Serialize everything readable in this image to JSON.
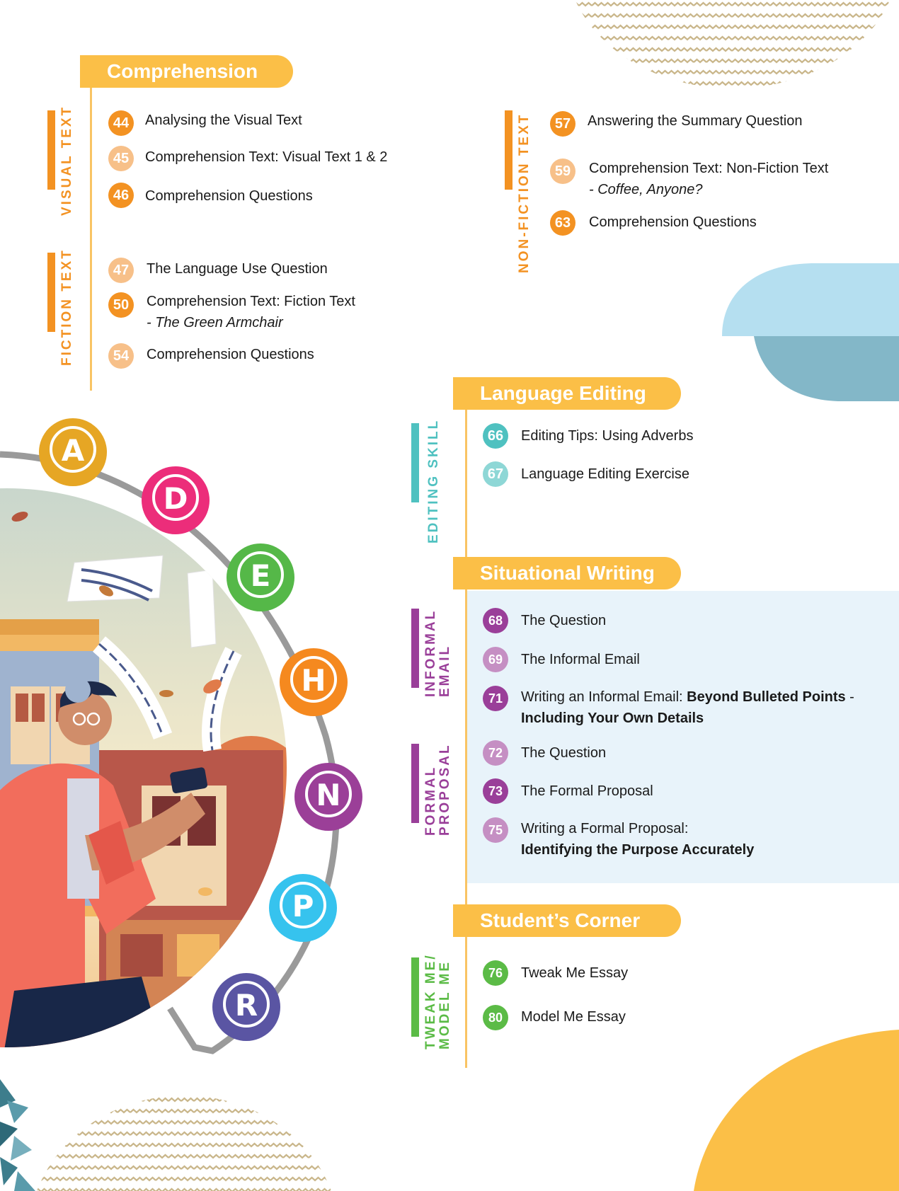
{
  "comprehension": {
    "title": "Comprehension",
    "visual_text": {
      "label": "VISUAL TEXT",
      "items": [
        {
          "num": "44",
          "text": "Analysing the Visual Text"
        },
        {
          "num": "45",
          "text": "Comprehension Text: Visual Text 1 & 2"
        },
        {
          "num": "46",
          "text": "Comprehension Questions"
        }
      ]
    },
    "fiction_text": {
      "label": "FICTION TEXT",
      "items": [
        {
          "num": "47",
          "text": "The Language Use Question"
        },
        {
          "num": "50",
          "text": "Comprehension Text: Fiction Text",
          "sub": "- The Green Armchair"
        },
        {
          "num": "54",
          "text": "Comprehension Questions"
        }
      ]
    },
    "non_fiction_text": {
      "label": "NON-FICTION TEXT",
      "items": [
        {
          "num": "57",
          "text": "Answering the Summary Question"
        },
        {
          "num": "59",
          "text": "Comprehension Text: Non-Fiction Text",
          "sub": "- Coffee, Anyone?"
        },
        {
          "num": "63",
          "text": "Comprehension Questions"
        }
      ]
    }
  },
  "language_editing": {
    "title": "Language Editing",
    "editing_skill": {
      "label": "EDITING SKILL",
      "items": [
        {
          "num": "66",
          "text": "Editing Tips: Using Adverbs"
        },
        {
          "num": "67",
          "text": "Language Editing Exercise"
        }
      ]
    }
  },
  "situational_writing": {
    "title": "Situational Writing",
    "informal_email": {
      "label": "INFORMAL\nEMAIL",
      "items": [
        {
          "num": "68",
          "text": "The Question"
        },
        {
          "num": "69",
          "text": "The Informal Email"
        },
        {
          "num": "71",
          "text": "Writing an Informal Email: ",
          "bold": "Beyond Bulleted Points",
          "tail": " -",
          "line2": "Including Your Own Details"
        }
      ]
    },
    "formal_proposal": {
      "label": "FORMAL\nPROPOSAL",
      "items": [
        {
          "num": "72",
          "text": "The Question"
        },
        {
          "num": "73",
          "text": "The Formal Proposal"
        },
        {
          "num": "75",
          "text": "Writing a Formal Proposal:",
          "line2": "Identifying the Purpose Accurately"
        }
      ]
    }
  },
  "students_corner": {
    "title": "Student’s Corner",
    "tweak_model": {
      "label": "TWEAK ME/\nMODEL ME",
      "items": [
        {
          "num": "76",
          "text": "Tweak Me Essay"
        },
        {
          "num": "80",
          "text": "Model Me Essay"
        }
      ]
    }
  },
  "adhenpr": {
    "letters": [
      {
        "letter": "A",
        "color": "#e6a624"
      },
      {
        "letter": "D",
        "color": "#ec2d7a"
      },
      {
        "letter": "E",
        "color": "#55b848"
      },
      {
        "letter": "H",
        "color": "#f5891f"
      },
      {
        "letter": "N",
        "color": "#9b3f98"
      },
      {
        "letter": "P",
        "color": "#36c3ee"
      },
      {
        "letter": "R",
        "color": "#5a55a3"
      }
    ]
  },
  "colors": {
    "banner": "#fbbf47",
    "orange": "#f39222",
    "teal": "#4fc1c0",
    "purple": "#9a3f99",
    "green": "#5bbb46",
    "panel": "#e8f3fa"
  }
}
